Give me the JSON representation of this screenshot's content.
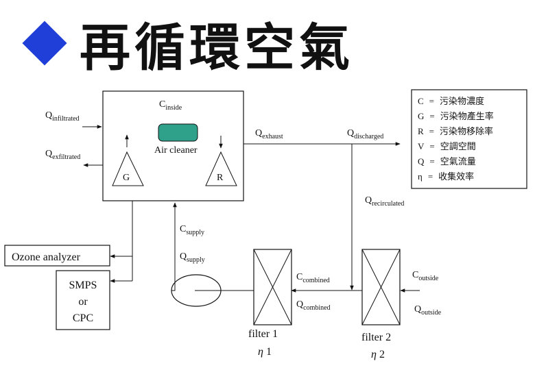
{
  "slide": {
    "title": "再循環空氣",
    "accent_color": "#1f3fd8"
  },
  "diagram": {
    "room": {
      "c_inside": {
        "main": "C",
        "sub": "inside"
      },
      "q_infiltrated": {
        "main": "Q",
        "sub": "infiltrated"
      },
      "q_exfiltrated": {
        "main": "Q",
        "sub": "exfiltrated"
      },
      "air_cleaner_label": "Air cleaner",
      "air_cleaner_color": "#2fa08a",
      "g_label": "G",
      "r_label": "R"
    },
    "flows": {
      "q_exhaust": {
        "main": "Q",
        "sub": "exhaust"
      },
      "q_discharged": {
        "main": "Q",
        "sub": "discharged"
      },
      "q_recirculated": {
        "main": "Q",
        "sub": "recirculated"
      },
      "c_supply": {
        "main": "C",
        "sub": "supply"
      },
      "q_supply": {
        "main": "Q",
        "sub": "supply"
      },
      "c_combined": {
        "main": "C",
        "sub": "combined"
      },
      "q_combined": {
        "main": "Q",
        "sub": "combined"
      },
      "c_outside": {
        "main": "C",
        "sub": "outside"
      },
      "q_outside": {
        "main": "Q",
        "sub": "outside"
      }
    },
    "filters": [
      {
        "label": "filter 1",
        "eta_symbol": "η",
        "eta_index": "1"
      },
      {
        "label": "filter 2",
        "eta_symbol": "η",
        "eta_index": "2"
      }
    ],
    "instruments": {
      "ozone_analyzer": "Ozone analyzer",
      "smps_lines": [
        "SMPS",
        "or",
        "CPC"
      ]
    },
    "legend": [
      {
        "symbol": "C",
        "eq": "=",
        "meaning": "污染物濃度"
      },
      {
        "symbol": "G",
        "eq": "=",
        "meaning": "污染物產生率"
      },
      {
        "symbol": "R",
        "eq": "=",
        "meaning": "污染物移除率"
      },
      {
        "symbol": "V",
        "eq": "=",
        "meaning": "空調空間"
      },
      {
        "symbol": "Q",
        "eq": "=",
        "meaning": "空氣流量"
      },
      {
        "symbol": "η",
        "eq": "=",
        "meaning": "收集效率"
      }
    ]
  }
}
